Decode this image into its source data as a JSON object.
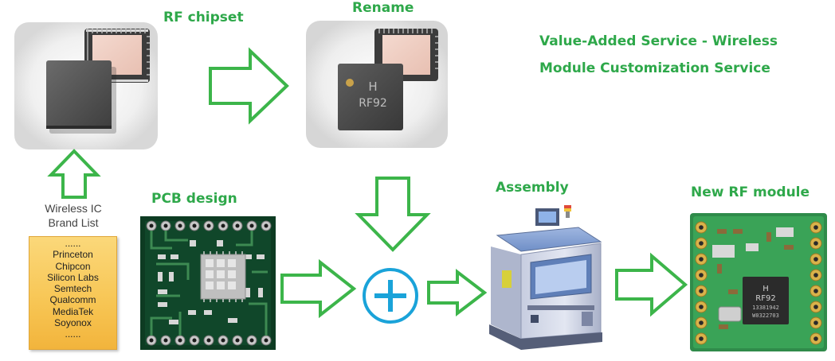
{
  "labels": {
    "rf_chipset": "RF chipset",
    "rename": "Rename",
    "pcb_design": "PCB design",
    "assembly": "Assembly",
    "new_rf_module": "New RF module"
  },
  "headline": {
    "line1": "Value-Added Service - Wireless",
    "line2": "Module Customization Service"
  },
  "brand_list": {
    "caption_line1": "Wireless IC",
    "caption_line2": "Brand List",
    "items": [
      "......",
      "Princeton",
      "Chipcon",
      "Silicon Labs",
      "Semtech",
      "Qualcomm",
      "MediaTek",
      "Soyonox",
      "......"
    ]
  },
  "chip_marking": {
    "logo": "H",
    "part": "RF92"
  },
  "module_chip_marking": {
    "logo": "H",
    "part": "RF92",
    "line3": "13381942",
    "line4": "W0322703"
  },
  "colors": {
    "accent_green": "#2ea84a",
    "arrow_green": "#3cb54a",
    "plus_blue": "#1aa3d9",
    "brand_box": "#f7c553"
  },
  "icons": [
    "arrow-right-icon",
    "arrow-up-icon",
    "arrow-down-icon",
    "plus-circle-icon"
  ]
}
